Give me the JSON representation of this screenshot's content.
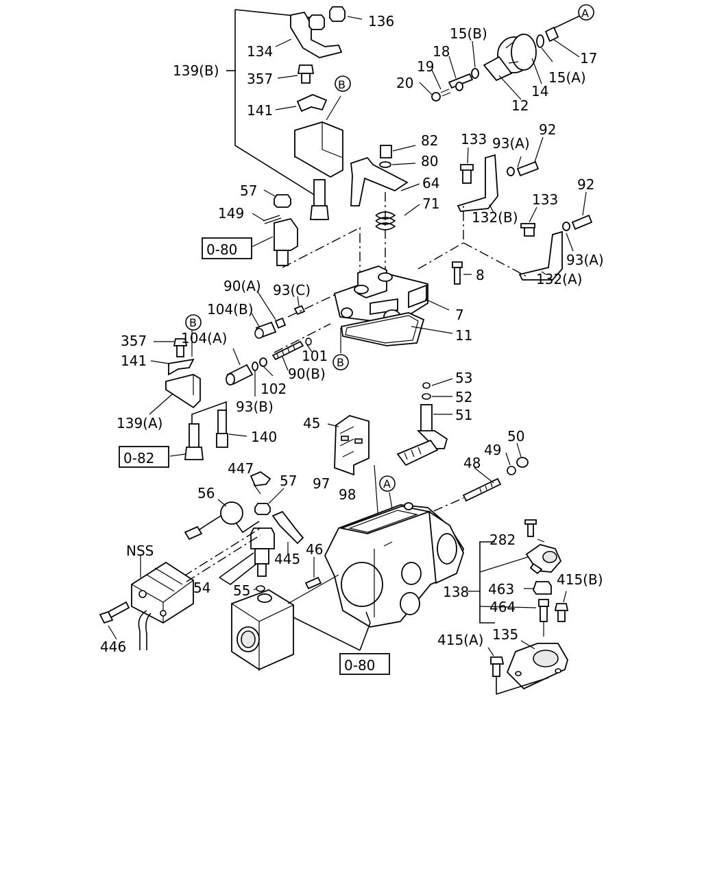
{
  "labels": {
    "p136": "136",
    "p134": "134",
    "p139b": "139(B)",
    "p357a": "357",
    "p141a": "141",
    "refB1": "B",
    "p57a": "57",
    "p149": "149",
    "box080a": "0-80",
    "p15b": "15(B)",
    "p18": "18",
    "p19": "19",
    "p20": "20",
    "refA1": "A",
    "p17": "17",
    "p15a": "15(A)",
    "p14": "14",
    "p12": "12",
    "p82": "82",
    "p80": "80",
    "p64": "64",
    "p71": "71",
    "p133a": "133",
    "p93a1": "93(A)",
    "p92a": "92",
    "p132b": "132(B)",
    "p133b": "133",
    "p92b": "92",
    "p93a2": "93(A)",
    "p132a": "132(A)",
    "p8": "8",
    "p7": "7",
    "p11": "11",
    "p90a": "90(A)",
    "p93c": "93(C)",
    "p104b": "104(B)",
    "p104a": "104(A)",
    "p101": "101",
    "p90b": "90(B)",
    "p102": "102",
    "p93b": "93(B)",
    "refB2": "B",
    "p357b": "357",
    "refB3": "B",
    "p141b": "141",
    "p139a": "139(A)",
    "p140": "140",
    "box082": "0-82",
    "p53": "53",
    "p52": "52",
    "p51": "51",
    "p45": "45",
    "p50": "50",
    "p49": "49",
    "p48": "48",
    "p447": "447",
    "p57b": "57",
    "p56": "56",
    "p97": "97",
    "p98": "98",
    "refA2": "A",
    "nss": "NSS",
    "p445": "445",
    "p46": "46",
    "p54": "54",
    "p55": "55",
    "p446": "446",
    "box080b": "0-80",
    "p282": "282",
    "p138": "138",
    "p463": "463",
    "p464": "464",
    "p415b": "415(B)",
    "p415a": "415(A)",
    "p135": "135"
  }
}
